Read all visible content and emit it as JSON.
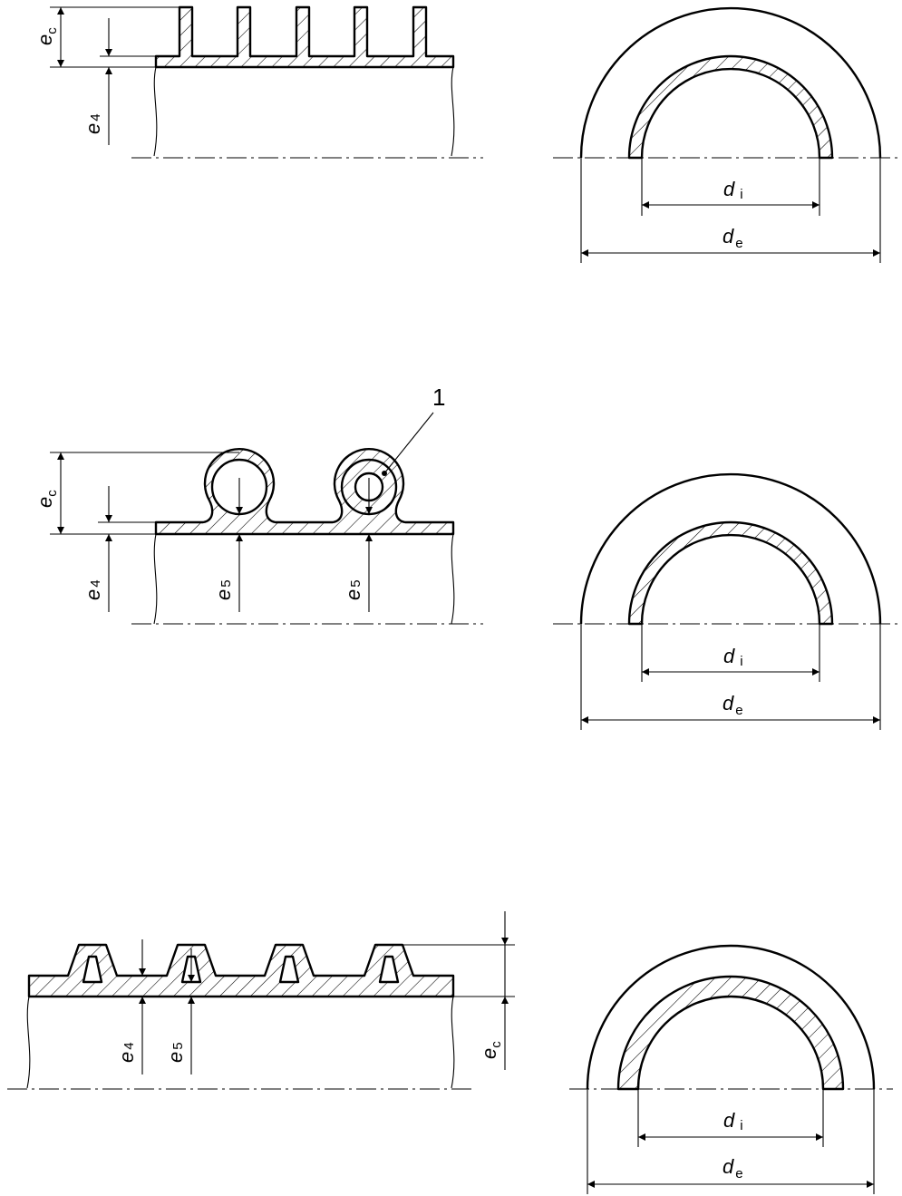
{
  "labels": {
    "e_thickness_symbol": "e",
    "e_c_sub": "c",
    "e_4_sub": "4",
    "e_5_sub": "5",
    "d_symbol": "d",
    "d_i_sub": "i",
    "d_e_sub": "e",
    "callout_1": "1"
  }
}
